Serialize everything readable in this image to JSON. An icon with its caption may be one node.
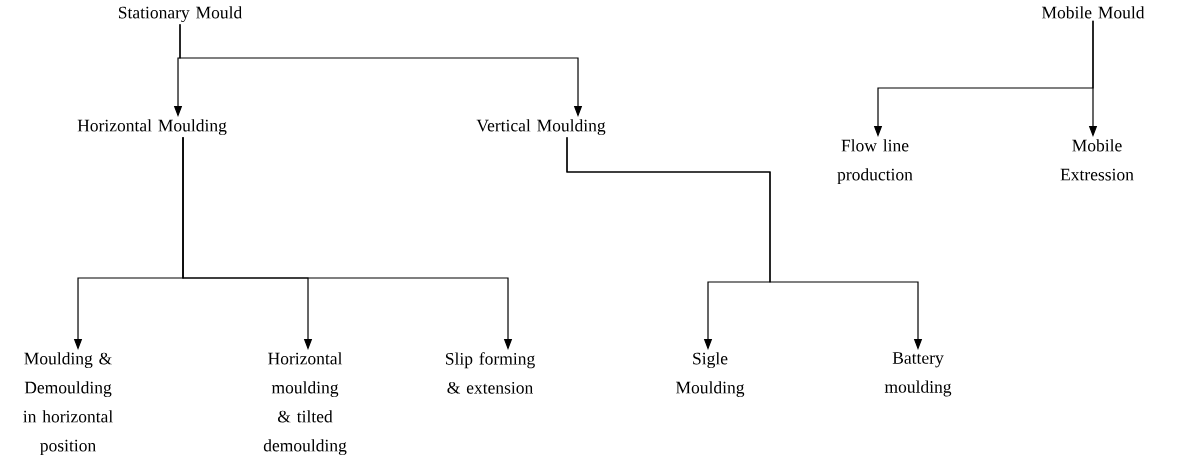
{
  "diagram": {
    "nodes": [
      {
        "text": [
          "Stationary Mould"
        ]
      },
      {
        "text": [
          "Horizontal Moulding"
        ]
      },
      {
        "text": [
          "Vertical Moulding"
        ]
      },
      {
        "text": [
          "Moulding & Demoulding in horizontal position"
        ]
      },
      {
        "text": [
          "Horizontal moulding & tilted demoulding"
        ]
      },
      {
        "text": [
          "Slip forming & extension"
        ]
      },
      {
        "text": [
          "Sigle Moulding"
        ]
      },
      {
        "text": [
          "Battery moulding"
        ]
      },
      {
        "text": [
          "Mobile Mould"
        ]
      },
      {
        "text": [
          "Flow line production"
        ]
      },
      {
        "text": [
          "Mobile Extression"
        ]
      }
    ],
    "edges": [
      {
        "from": 0,
        "to": 1,
        "arrow": "to"
      },
      {
        "from": 0,
        "to": 2,
        "arrow": "to"
      },
      {
        "from": 1,
        "to": 3,
        "arrow": "to"
      },
      {
        "from": 1,
        "to": 4,
        "arrow": "to"
      },
      {
        "from": 1,
        "to": 5,
        "arrow": "to"
      },
      {
        "from": 2,
        "to": 6,
        "arrow": "to"
      },
      {
        "from": 2,
        "to": 7,
        "arrow": "to"
      },
      {
        "from": 8,
        "to": 9,
        "arrow": "to"
      },
      {
        "from": 8,
        "to": 10,
        "arrow": "to"
      }
    ]
  }
}
